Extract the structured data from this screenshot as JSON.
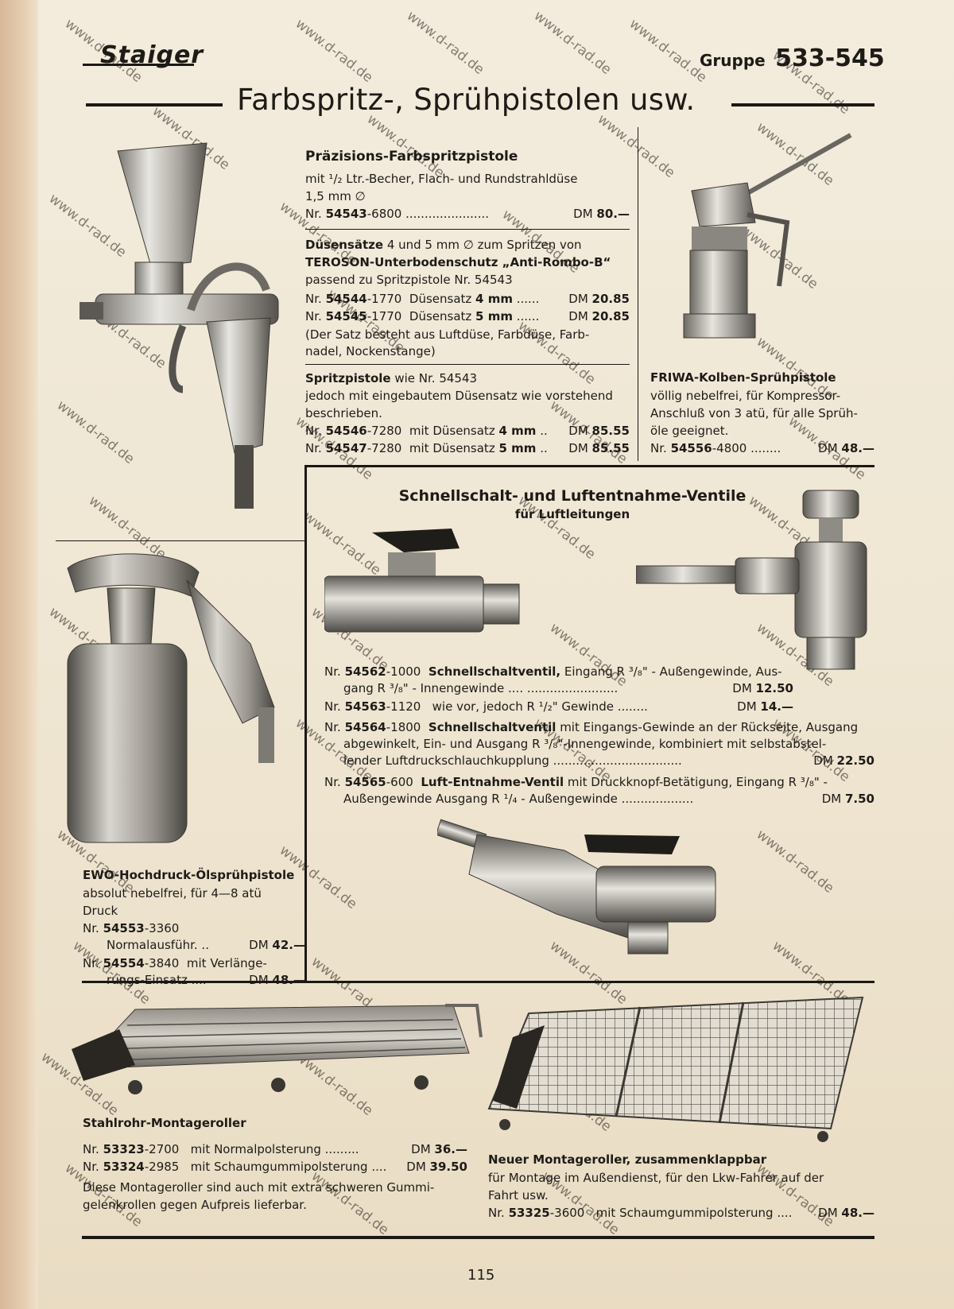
{
  "header": {
    "logo": "Staiger",
    "group_label": "Gruppe",
    "group_number": "533-545",
    "title": "Farbspritz-, Sprühpistolen usw."
  },
  "praezision": {
    "title": "Präzisions-Farbspritzpistole",
    "desc1": "mit ¹/₂ Ltr.-Becher, Flach- und Rundstrahldüse",
    "desc2": "1,5 mm ∅",
    "item": {
      "prefix": "Nr.",
      "number": "54543",
      "suffix": "-6800",
      "dots": " ......................",
      "currency": "DM",
      "price": "80.—"
    }
  },
  "duesensaetze": {
    "intro_bold": "Düsensätze",
    "intro_rest": " 4 und 5 mm ∅ zum Spritzen von",
    "line2": "TEROSON-Unterbodenschutz „Anti-Rombo-B“",
    "line3": "passend zu Spritzpistole Nr. 54543",
    "items": [
      {
        "prefix": "Nr.",
        "number": "54544",
        "suffix": "-1770",
        "desc": "Düsensatz",
        "size": "4 mm",
        "dots": "......",
        "currency": "DM",
        "price": "20.85"
      },
      {
        "prefix": "Nr.",
        "number": "54545",
        "suffix": "-1770",
        "desc": "Düsensatz",
        "size": "5 mm",
        "dots": "......",
        "currency": "DM",
        "price": "20.85"
      }
    ],
    "note1": "(Der Satz besteht aus Luftdüse, Farbdüse, Farb-",
    "note2": "nadel, Nockenstange)"
  },
  "spritzpistole": {
    "title": "Spritzpistole",
    "title_rest": " wie Nr. 54543",
    "line2": "jedoch mit eingebautem Düsensatz wie vorstehend",
    "line3": "beschrieben.",
    "items": [
      {
        "prefix": "Nr.",
        "number": "54546",
        "suffix": "-7280",
        "desc": "mit Düsensatz",
        "size": "4 mm",
        "dots": "..",
        "currency": "DM",
        "price": "85.55"
      },
      {
        "prefix": "Nr.",
        "number": "54547",
        "suffix": "-7280",
        "desc": "mit Düsensatz",
        "size": "5 mm",
        "dots": "..",
        "currency": "DM",
        "price": "85.55"
      }
    ]
  },
  "friwa": {
    "title": "FRIWA-Kolben-Sprühpistole",
    "line1": "völlig nebelfrei, für Kompressor-",
    "line2": "Anschluß von 3 atü, für alle Sprüh-",
    "line3": "öle geeignet.",
    "item": {
      "prefix": "Nr.",
      "number": "54556",
      "suffix": "-4800",
      "dots": "........",
      "currency": "DM",
      "price": "48.—"
    }
  },
  "ventile": {
    "title": "Schnellschalt- und Luftentnahme-Ventile",
    "subtitle": "für Luftleitungen",
    "items": [
      {
        "prefix": "Nr.",
        "number": "54562",
        "suffix": "-1000",
        "name": "Schnellschaltventil,",
        "text1": " Eingang R ³/₈\" - Außengewinde, Aus-",
        "text2": "gang R ³/₈\" - Innengewinde .... ........................",
        "currency": "DM",
        "price": "12.50"
      },
      {
        "prefix": "Nr.",
        "number": "54563",
        "suffix": "-1120",
        "name": "",
        "text1": "wie vor, jedoch R ¹/₂\" Gewinde ........",
        "text2": "",
        "currency": "DM",
        "price": "14.—"
      },
      {
        "prefix": "Nr.",
        "number": "54564",
        "suffix": "-1800",
        "name": "Schnellschaltventil",
        "text1": " mit Eingangs-Gewinde an der Rückseite, Ausgang",
        "text2": "abgewinkelt, Ein- und Ausgang R ³/₈\"-Innengewinde, kombiniert mit selbstabstel-",
        "text3": "lender Luftdruckschlauchkupplung ..................................",
        "currency": "DM",
        "price": "22.50"
      },
      {
        "prefix": "Nr.",
        "number": "54565",
        "suffix": "-600",
        "name": "Luft-Entnahme-Ventil",
        "text1": " mit Druckknopf-Betätigung, Eingang R ³/₈\" -",
        "text2": "Außengewinde Ausgang R ¹/₄ - Außengewinde ...................",
        "currency": "DM",
        "price": "7.50"
      }
    ]
  },
  "ewo": {
    "title": "EWO-Hochdruck-Ölsprühpistole",
    "line1": "absolut nebelfrei, für 4—8 atü",
    "line2": "Druck",
    "items": [
      {
        "prefix": "Nr.",
        "number": "54553",
        "suffix": "-3360",
        "desc": "Normalausführ.",
        "dots": "..",
        "currency": "DM",
        "price": "42.—"
      },
      {
        "prefix": "Nr.",
        "number": "54554",
        "suffix": "-3840",
        "desc": "mit Verlänge-",
        "desc2": "rungs-Einsatz",
        "dots": "....",
        "currency": "DM",
        "price": "48.—"
      }
    ]
  },
  "stahlrohr": {
    "title": "Stahlrohr-Montageroller",
    "items": [
      {
        "prefix": "Nr.",
        "number": "53323",
        "suffix": "-2700",
        "desc": "mit Normalpolsterung",
        "dots": ".........",
        "currency": "DM",
        "price": "36.—"
      },
      {
        "prefix": "Nr.",
        "number": "53324",
        "suffix": "-2985",
        "desc": "mit Schaumgummipolsterung",
        "dots": "....",
        "currency": "DM",
        "price": "39.50"
      }
    ],
    "note1": "Diese Montageroller sind auch mit extra schweren Gummi-",
    "note2": "gelenkrollen gegen Aufpreis lieferbar."
  },
  "neuer": {
    "title": "Neuer Montageroller, zusammenklappbar",
    "line1": "für Montage im Außendienst, für den Lkw-Fahrer auf der",
    "line2": "Fahrt usw.",
    "item": {
      "prefix": "Nr.",
      "number": "53325",
      "suffix": "-3600",
      "desc": "mit Schaumgummipolsterung",
      "dots": "....",
      "currency": "DM",
      "price": "48.—"
    }
  },
  "footer": {
    "page_number": "115"
  },
  "watermark": {
    "text": "www.d-rad.de"
  }
}
